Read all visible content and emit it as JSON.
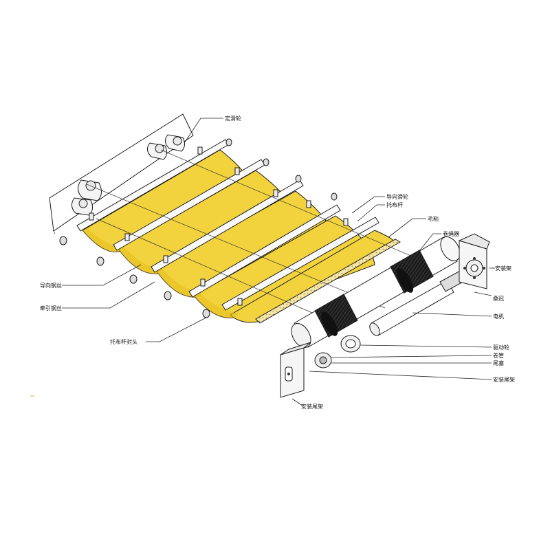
{
  "diagram": {
    "labels": {
      "fixed_pulley": "定滑轮",
      "guide_pulley": "导向滑轮",
      "cloth_rod": "托布杆",
      "brush": "毛粘",
      "rope_winder": "卷绳器",
      "mount_bracket": "安装架",
      "crown": "桑冠",
      "motor": "电机",
      "guide_wire": "导向钢丝",
      "traction_wire": "牵引钢丝",
      "rod_end_cap": "托布杆封头",
      "drive_wheel": "驱动轮",
      "roll_tube": "卷管",
      "tail_plug": "尾塞",
      "tail_bracket_right": "安装尾架",
      "tail_bracket_left": "安装尾架"
    },
    "colors": {
      "fabric": "#f2d33e",
      "fabric_shade": "#e6bf1f",
      "rubber": "#1a1a1a",
      "metal": "#ffffff",
      "line": "#1a1a1a"
    },
    "icons": {
      "pulley": "pulley-icon",
      "bracket": "bracket-icon",
      "rope-winder": "rope-winder-icon"
    }
  }
}
